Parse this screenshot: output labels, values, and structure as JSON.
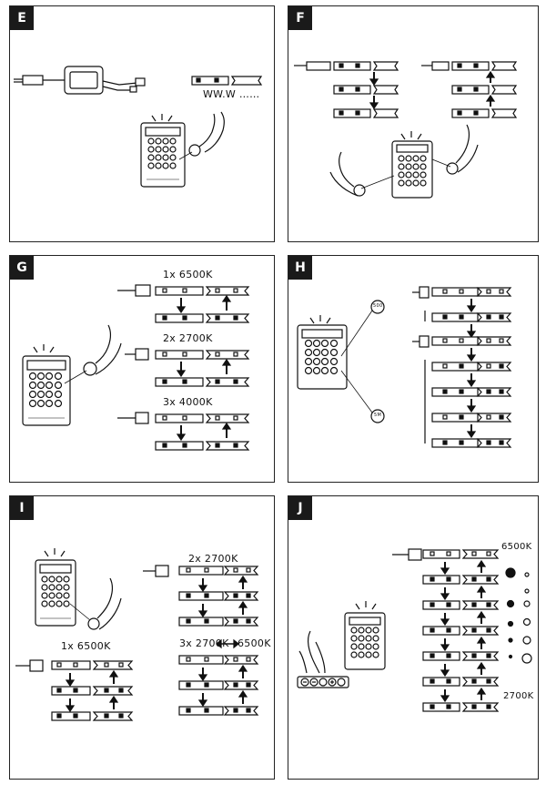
{
  "panels": [
    {
      "letter": "E",
      "labels": {
        "dots": "WW.W ……"
      }
    },
    {
      "letter": "F",
      "labels": {}
    },
    {
      "letter": "G",
      "labels": {
        "l1": "1x   6500K",
        "l2": "2x   2700K",
        "l3": "3x   4000K"
      }
    },
    {
      "letter": "H",
      "labels": {
        "t1": "500",
        "t2": "5M"
      }
    },
    {
      "letter": "I",
      "labels": {
        "l1": "2x  2700K",
        "l2": "1x  6500K",
        "l3": "3x  2700K",
        "l4": "6500K"
      }
    },
    {
      "letter": "J",
      "labels": {
        "top": "6500K",
        "bottom": "2700K"
      }
    }
  ]
}
